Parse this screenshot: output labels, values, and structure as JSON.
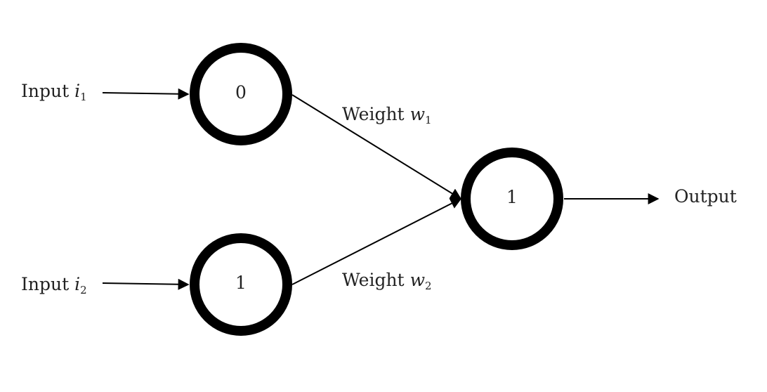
{
  "inputs": [
    {
      "word": "Input",
      "var": "i",
      "sub": "1"
    },
    {
      "word": "Input",
      "var": "i",
      "sub": "2"
    }
  ],
  "weights": [
    {
      "word": "Weight",
      "var": "w",
      "sub": "1"
    },
    {
      "word": "Weight",
      "var": "w",
      "sub": "2"
    }
  ],
  "nodes": {
    "input_1": "0",
    "input_2": "1",
    "output": "1"
  },
  "output_label": "Output"
}
